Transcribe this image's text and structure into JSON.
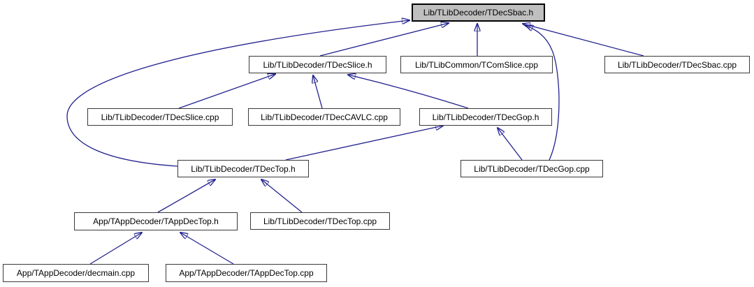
{
  "diagram": {
    "kind": "include-dependency-graph",
    "root": "Lib/TLibDecoder/TDecSbac.h",
    "colors": {
      "edge": "#22228e",
      "node_fill": "#ffffff",
      "node_border": "#3a3a3a",
      "root_fill": "#bfbfbf",
      "root_border": "#000000",
      "background": "#ffffff",
      "text": "#000000"
    },
    "nodes": [
      {
        "id": "tdecsbac-h",
        "label": "Lib/TLibDecoder/TDecSbac.h",
        "highlighted": true
      },
      {
        "id": "tdecslice-h",
        "label": "Lib/TLibDecoder/TDecSlice.h",
        "highlighted": false
      },
      {
        "id": "tcomslice-cpp",
        "label": "Lib/TLibCommon/TComSlice.cpp",
        "highlighted": false
      },
      {
        "id": "tdecsbac-cpp",
        "label": "Lib/TLibDecoder/TDecSbac.cpp",
        "highlighted": false
      },
      {
        "id": "tdecslice-cpp",
        "label": "Lib/TLibDecoder/TDecSlice.cpp",
        "highlighted": false
      },
      {
        "id": "tdeccavlc-cpp",
        "label": "Lib/TLibDecoder/TDecCAVLC.cpp",
        "highlighted": false
      },
      {
        "id": "tdecgop-h",
        "label": "Lib/TLibDecoder/TDecGop.h",
        "highlighted": false
      },
      {
        "id": "tdectop-h",
        "label": "Lib/TLibDecoder/TDecTop.h",
        "highlighted": false
      },
      {
        "id": "tdecgop-cpp",
        "label": "Lib/TLibDecoder/TDecGop.cpp",
        "highlighted": false
      },
      {
        "id": "tappdectop-h",
        "label": "App/TAppDecoder/TAppDecTop.h",
        "highlighted": false
      },
      {
        "id": "tdectop-cpp",
        "label": "Lib/TLibDecoder/TDecTop.cpp",
        "highlighted": false
      },
      {
        "id": "decmain-cpp",
        "label": "App/TAppDecoder/decmain.cpp",
        "highlighted": false
      },
      {
        "id": "tappdectop-cpp",
        "label": "App/TAppDecoder/TAppDecTop.cpp",
        "highlighted": false
      }
    ],
    "edges": [
      {
        "from": "tdecslice-h",
        "to": "tdecsbac-h"
      },
      {
        "from": "tcomslice-cpp",
        "to": "tdecsbac-h"
      },
      {
        "from": "tdecsbac-cpp",
        "to": "tdecsbac-h"
      },
      {
        "from": "tdecgop-cpp",
        "to": "tdecsbac-h"
      },
      {
        "from": "tdectop-h",
        "to": "tdecsbac-h"
      },
      {
        "from": "tdecslice-cpp",
        "to": "tdecslice-h"
      },
      {
        "from": "tdeccavlc-cpp",
        "to": "tdecslice-h"
      },
      {
        "from": "tdecgop-h",
        "to": "tdecslice-h"
      },
      {
        "from": "tdectop-h",
        "to": "tdecgop-h"
      },
      {
        "from": "tdecgop-cpp",
        "to": "tdecgop-h"
      },
      {
        "from": "tappdectop-h",
        "to": "tdectop-h"
      },
      {
        "from": "tdectop-cpp",
        "to": "tdectop-h"
      },
      {
        "from": "decmain-cpp",
        "to": "tappdectop-h"
      },
      {
        "from": "tappdectop-cpp",
        "to": "tappdectop-h"
      }
    ]
  }
}
